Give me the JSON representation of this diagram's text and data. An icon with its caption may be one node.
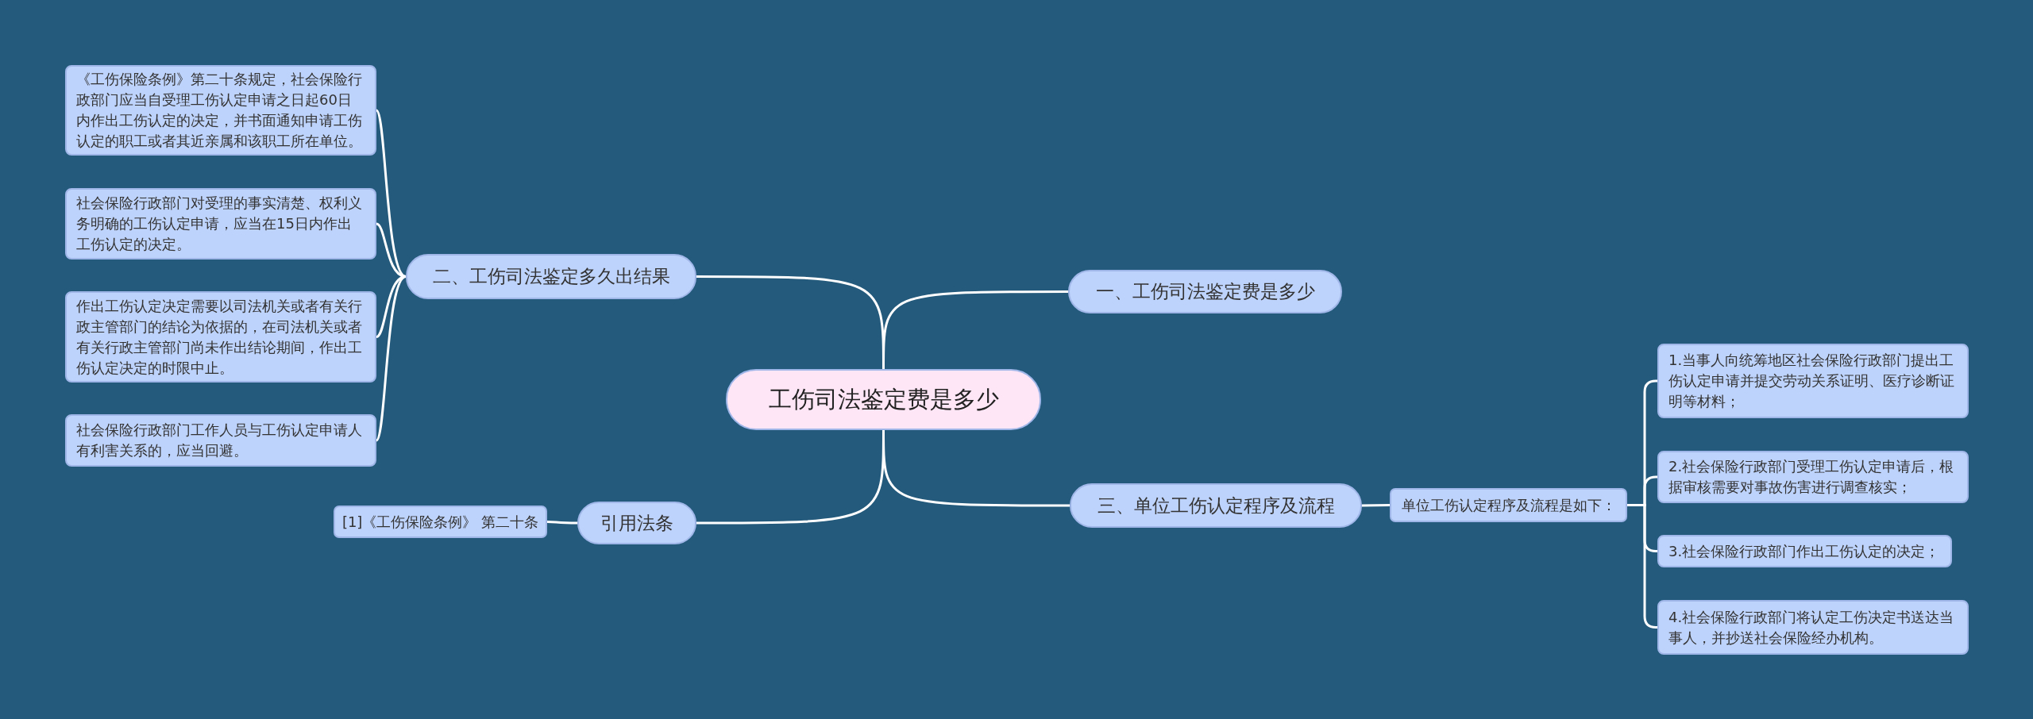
{
  "diagram": {
    "nodes": [
      {
        "text": [
          "工伤司法鉴定费是多少"
        ]
      },
      {
        "text": [
          "二、工伤司法鉴定多久出结果"
        ]
      },
      {
        "text": [
          "《工伤保险条例》第二十条规定，社会保险行政部门应当自受理工伤认定申请之日起60日内作出工伤认定的决定，并书面通知申请工伤认定的职工或者其近亲属和该职工所在单位。"
        ]
      },
      {
        "text": [
          "社会保险行政部门对受理的事实清楚、权利义务明确的工伤认定申请，应当在15日内作出工伤认定的决定。"
        ]
      },
      {
        "text": [
          "作出工伤认定决定需要以司法机关或者有关行政主管部门的结论为依据的，在司法机关或者有关行政主管部门尚未作出结论期间，作出工伤认定决定的时限中止。"
        ]
      },
      {
        "text": [
          "社会保险行政部门工作人员与工伤认定申请人有利害关系的，应当回避。"
        ]
      },
      {
        "text": [
          "一、工伤司法鉴定费是多少"
        ]
      },
      {
        "text": [
          "引用法条"
        ]
      },
      {
        "text": [
          "[1]《工伤保险条例》 第二十条"
        ]
      },
      {
        "text": [
          "三、单位工伤认定程序及流程"
        ]
      },
      {
        "text": [
          "单位工伤认定程序及流程是如下："
        ]
      },
      {
        "text": [
          "1.当事人向统筹地区社会保险行政部门提出工伤认定申请并提交劳动关系证明、医疗诊断证明等材料；"
        ]
      },
      {
        "text": [
          "2.社会保险行政部门受理工伤认定申请后，根据审核需要对事故伤害进行调查核实；"
        ]
      },
      {
        "text": [
          "3.社会保险行政部门作出工伤认定的决定；"
        ]
      },
      {
        "text": [
          "4.社会保险行政部门将认定工伤决定书送达当事人，并抄送社会保险经办机构。"
        ]
      }
    ],
    "edges": [
      {
        "from": 0,
        "to": 1,
        "arrow": "none"
      },
      {
        "from": 1,
        "to": 2,
        "arrow": "none"
      },
      {
        "from": 1,
        "to": 3,
        "arrow": "none"
      },
      {
        "from": 1,
        "to": 4,
        "arrow": "none"
      },
      {
        "from": 1,
        "to": 5,
        "arrow": "none"
      },
      {
        "from": 0,
        "to": 6,
        "arrow": "none"
      },
      {
        "from": 0,
        "to": 7,
        "arrow": "none"
      },
      {
        "from": 7,
        "to": 8,
        "arrow": "none"
      },
      {
        "from": 0,
        "to": 9,
        "arrow": "none"
      },
      {
        "from": 9,
        "to": 10,
        "arrow": "none"
      },
      {
        "from": 10,
        "to": 11,
        "arrow": "none"
      },
      {
        "from": 10,
        "to": 12,
        "arrow": "none"
      },
      {
        "from": 10,
        "to": 13,
        "arrow": "none"
      },
      {
        "from": 10,
        "to": 14,
        "arrow": "none"
      }
    ]
  }
}
